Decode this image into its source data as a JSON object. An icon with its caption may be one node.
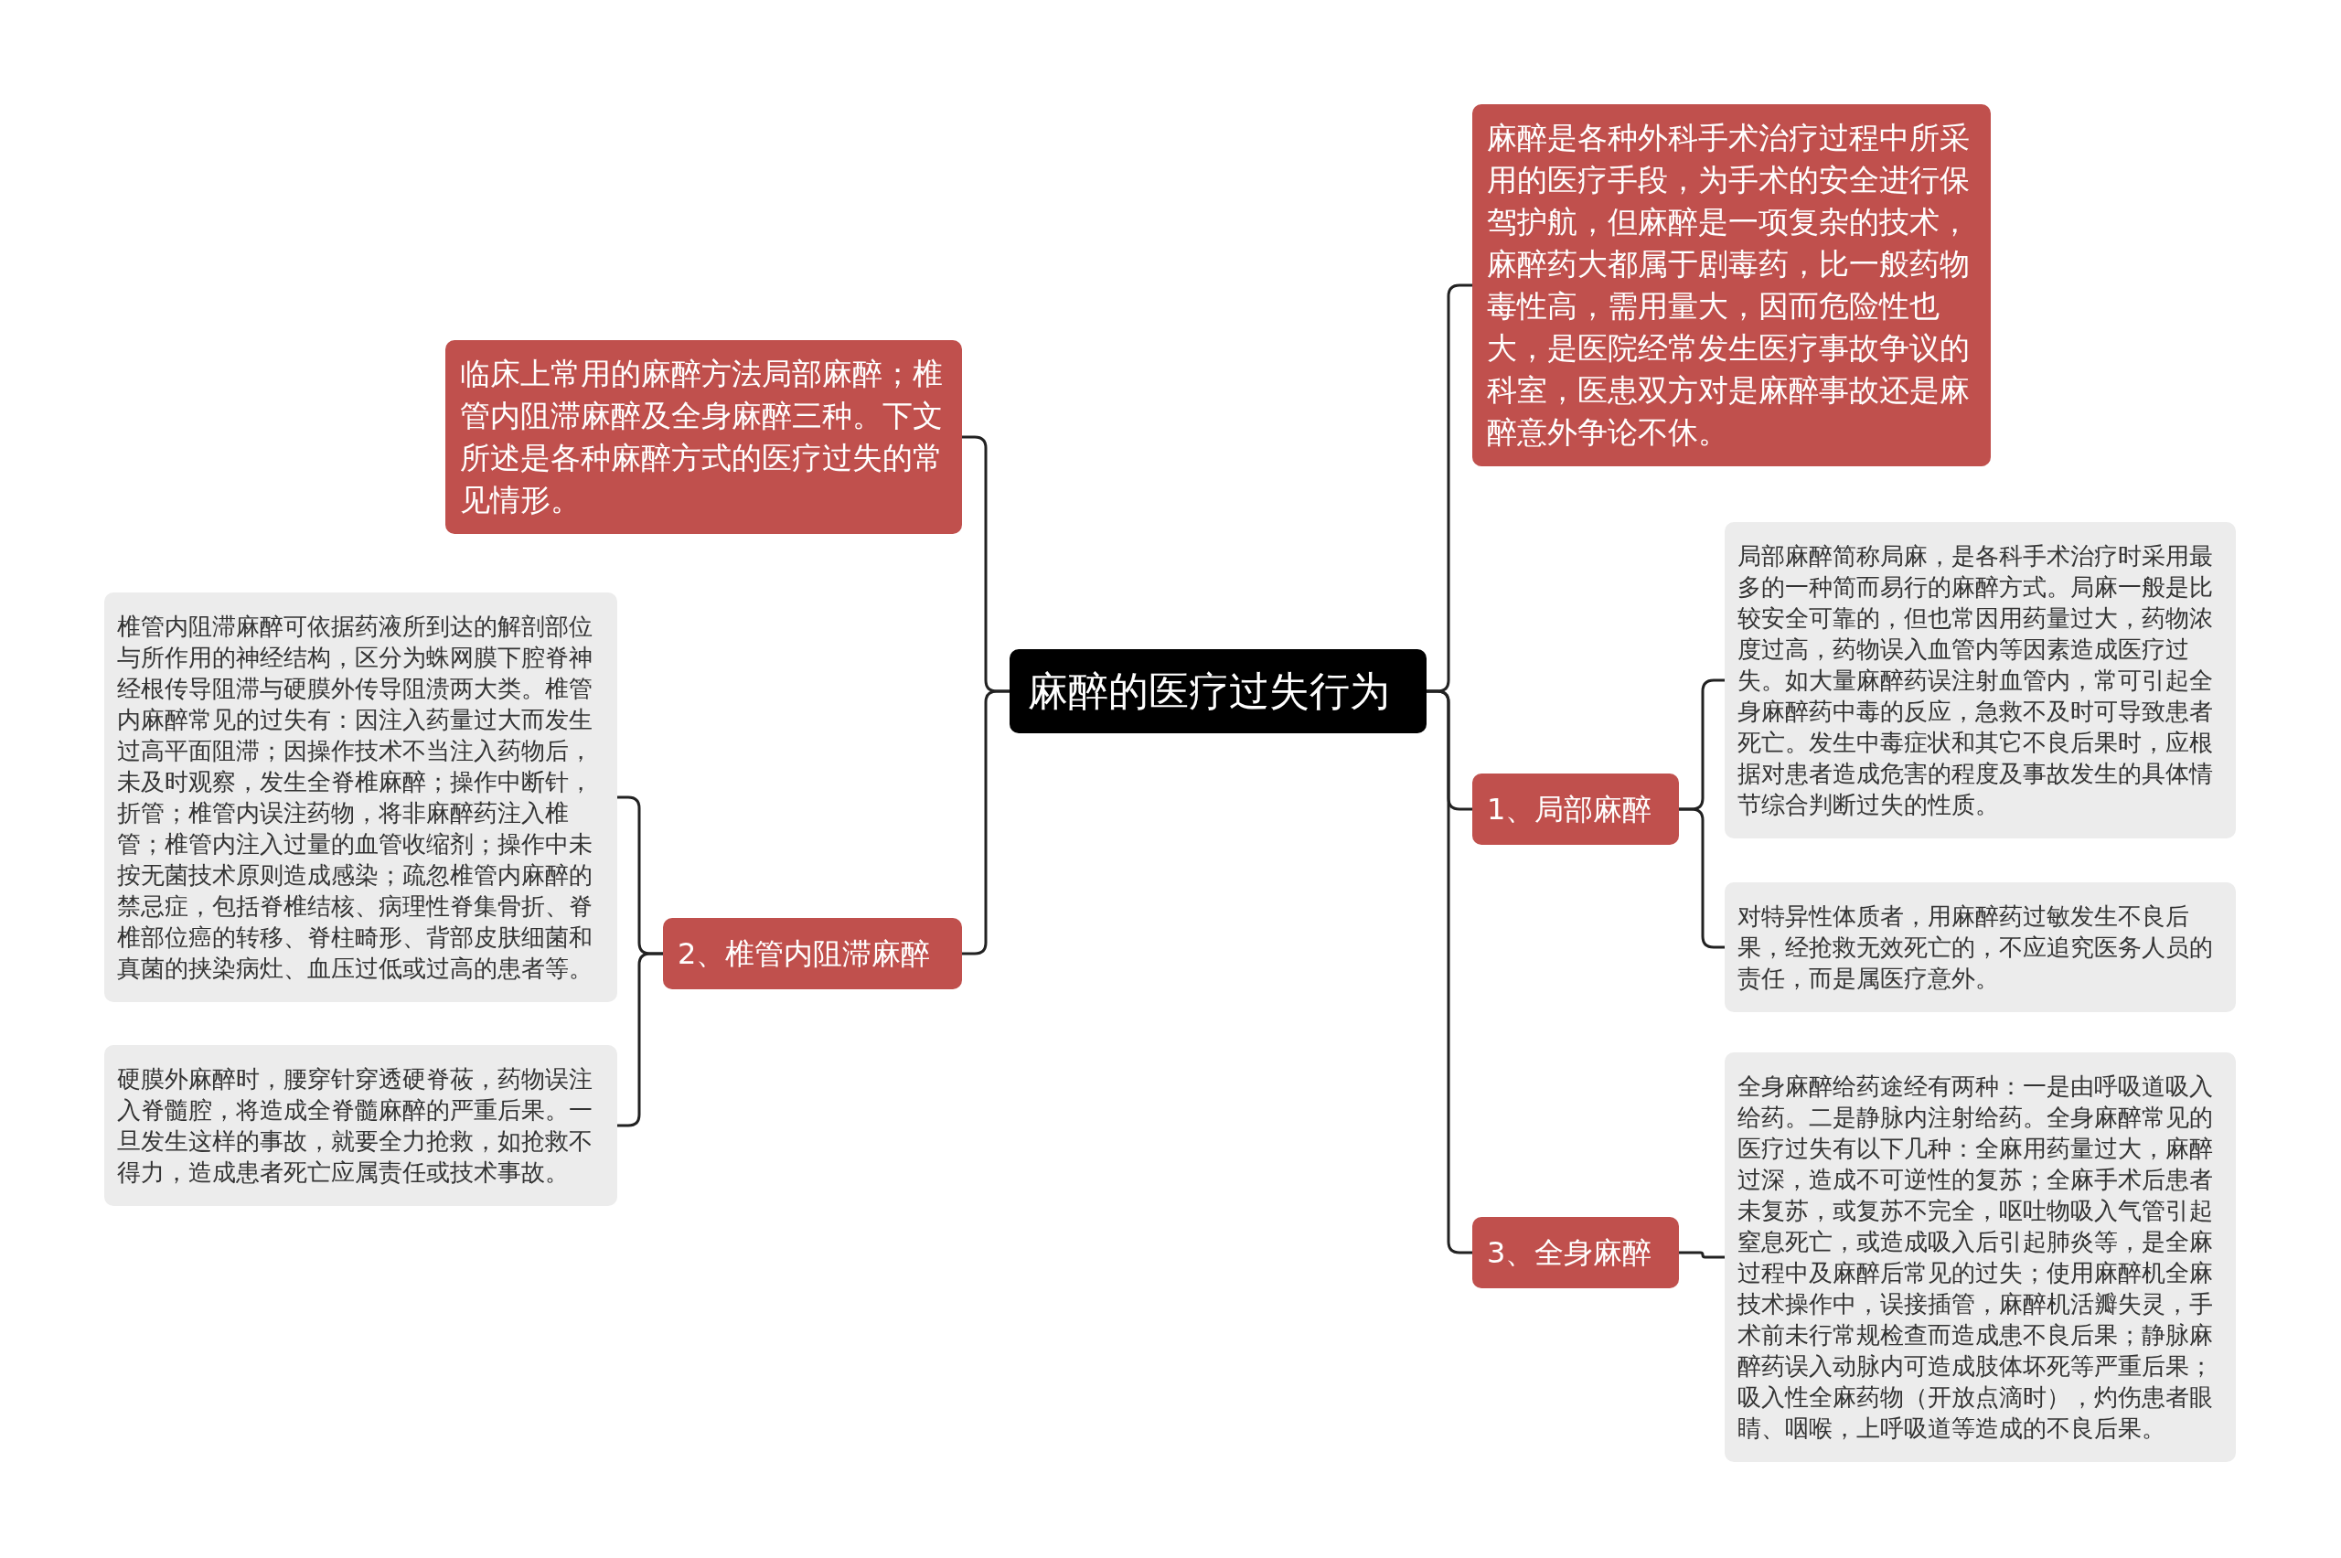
{
  "diagram": {
    "nodes": [
      {
        "text": [
          "麻醉的医疗过失行为"
        ]
      },
      {
        "text": [
          "临床上常用的麻醉方法局部麻醉；椎管内阻滞麻醉及全身麻醉三种。下文所述是各种麻醉方式的医疗过失的常见情形。"
        ]
      },
      {
        "text": [
          "2、椎管内阻滞麻醉"
        ]
      },
      {
        "text": [
          "椎管内阻滞麻醉可依据药液所到达的解剖部位与所作用的神经结构，区分为蛛网膜下腔脊神经根传导阻滞与硬膜外传导阻溃两大类。椎管内麻醉常见的过失有：因注入药量过大而发生过高平面阻滞；因操作技术不当注入药物后，未及时观察，发生全脊椎麻醉；操作中断针，折管；椎管内误注药物，将非麻醉药注入椎管；椎管内注入过量的血管收缩剂；操作中未按无菌技术原则造成感染；疏忽椎管内麻醉的禁忌症，包括脊椎结核、病理性脊集骨折、脊椎部位癌的转移、脊柱畸形、背部皮肤细菌和真菌的挟染病灶、血压过低或过高的患者等。"
        ]
      },
      {
        "text": [
          "硬膜外麻醉时，腰穿针穿透硬脊莜，药物误注入脊髓腔，将造成全脊髓麻醉的严重后果。一旦发生这样的事故，就要全力抢救，如抢救不得力，造成患者死亡应属责任或技术事故。"
        ]
      },
      {
        "text": [
          "麻醉是各种外科手术治疗过程中所采用的医疗手段，为手术的安全进行保驾护航，但麻醉是一项复杂的技术，麻醉药大都属于剧毒药，比一般药物毒性高，需用量大，因而危险性也大，是医院经常发生医疗事故争议的科室，医患双方对是麻醉事故还是麻醉意外争论不休。"
        ]
      },
      {
        "text": [
          "1、局部麻醉"
        ]
      },
      {
        "text": [
          "局部麻醉简称局麻，是各科手术治疗时采用最多的一种简而易行的麻醉方式。局麻一般是比较安全可靠的，但也常因用药量过大，药物浓度过高，药物误入血管内等因素造成医疗过失。如大量麻醉药误注射血管内，常可引起全身麻醉药中毒的反应，急救不及时可导致患者死亡。发生中毒症状和其它不良后果时，应根据对患者造成危害的程度及事故发生的具体情节综合判断过失的性质。"
        ]
      },
      {
        "text": [
          "对特异性体质者，用麻醉药过敏发生不良后果，经抢救无效死亡的，不应追究医务人员的责任，而是属医疗意外。"
        ]
      },
      {
        "text": [
          "3、全身麻醉"
        ]
      },
      {
        "text": [
          "全身麻醉给药途经有两种：一是由呼吸道吸入给药。二是静脉内注射给药。全身麻醉常见的医疗过失有以下几种：全麻用药量过大，麻醉过深，造成不可逆性的复苏；全麻手术后患者未复苏，或复苏不完全，呕吐物吸入气管引起窒息死亡，或造成吸入后引起肺炎等，是全麻过程中及麻醉后常见的过失；使用麻醉机全麻技术操作中，误接插管，麻醉机活瓣失灵，手术前未行常规检查而造成患不良后果；静脉麻醉药误入动脉内可造成肢体坏死等严重后果；吸入性全麻药物（开放点滴时），灼伤患者眼睛、咽喉，上呼吸道等造成的不良后果。"
        ]
      }
    ],
    "edges": [
      {
        "from": 0,
        "to": 1,
        "arrow": "none"
      },
      {
        "from": 0,
        "to": 2,
        "arrow": "none"
      },
      {
        "from": 2,
        "to": 3,
        "arrow": "none"
      },
      {
        "from": 2,
        "to": 4,
        "arrow": "none"
      },
      {
        "from": 0,
        "to": 5,
        "arrow": "none"
      },
      {
        "from": 0,
        "to": 6,
        "arrow": "none"
      },
      {
        "from": 6,
        "to": 7,
        "arrow": "none"
      },
      {
        "from": 6,
        "to": 8,
        "arrow": "none"
      },
      {
        "from": 0,
        "to": 9,
        "arrow": "none"
      },
      {
        "from": 9,
        "to": 10,
        "arrow": "none"
      }
    ]
  }
}
